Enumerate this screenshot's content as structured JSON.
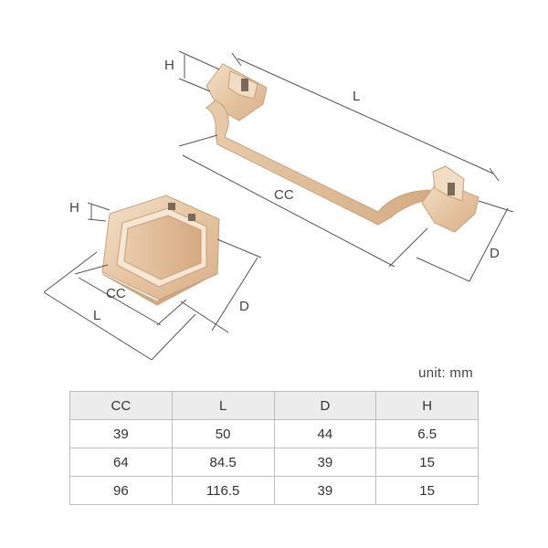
{
  "diagram": {
    "handle_labels": {
      "height": "H",
      "length": "L",
      "center_to_center": "CC",
      "depth": "D"
    },
    "hex_labels": {
      "height": "H",
      "center_to_center": "CC",
      "length": "L",
      "depth": "D"
    }
  },
  "unit_label": "unit: mm",
  "table": {
    "headers": [
      "CC",
      "L",
      "D",
      "H"
    ],
    "rows": [
      [
        "39",
        "50",
        "44",
        "6.5"
      ],
      [
        "64",
        "84.5",
        "39",
        "15"
      ],
      [
        "96",
        "116.5",
        "39",
        "15"
      ]
    ]
  },
  "colors": {
    "gold": "#e8c9a6",
    "gold_dark": "#c9a07a",
    "gold_light": "#f6e6d4",
    "line": "#555555"
  }
}
